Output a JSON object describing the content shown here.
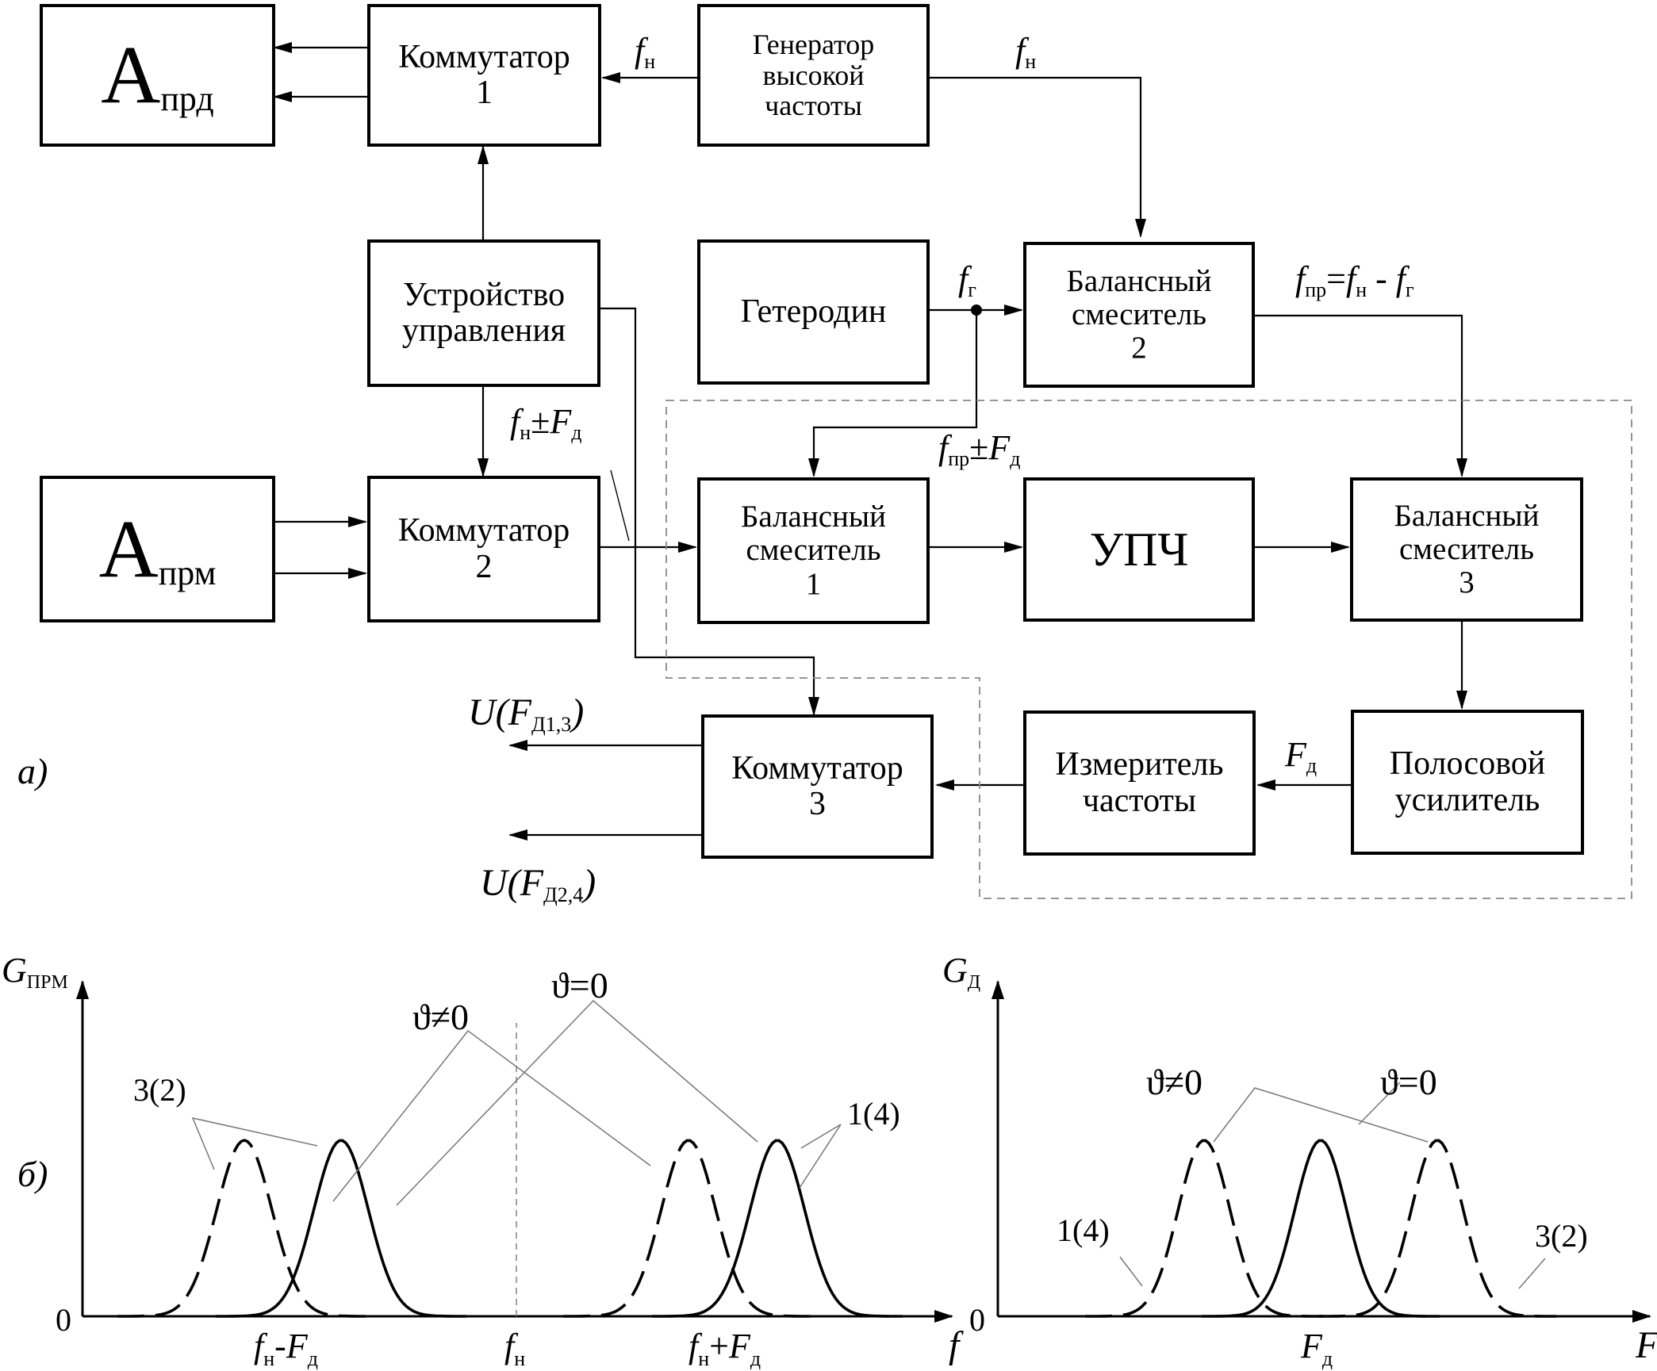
{
  "blocks": {
    "a_prd": {
      "main": "A",
      "sub": "прд"
    },
    "a_prm": {
      "main": "A",
      "sub": "прм"
    },
    "kommutator1": [
      "Коммутатор",
      "1"
    ],
    "generator": [
      "Генератор",
      "высокой",
      "частоты"
    ],
    "ustroystvo": [
      "Устройство",
      "управления"
    ],
    "geterodin": [
      "Гетеродин"
    ],
    "bal_smes2": [
      "Балансный",
      "смеситель",
      "2"
    ],
    "kommutator2": [
      "Коммутатор",
      "2"
    ],
    "bal_smes1": [
      "Балансный",
      "смеситель",
      "1"
    ],
    "upch": [
      "УПЧ"
    ],
    "bal_smes3": [
      "Балансный",
      "смеситель",
      "3"
    ],
    "kommutator3": [
      "Коммутатор",
      "3"
    ],
    "izmeritel": [
      "Измеритель",
      "частоты"
    ],
    "polosovoy": [
      "Полосовой",
      "усилитель"
    ]
  },
  "signals": {
    "fn": {
      "v": "f",
      "s": "н"
    },
    "fg": {
      "v": "f",
      "s": "г"
    },
    "fpr_eq": {
      "v1": "f",
      "s1": "пр",
      "eq": "=",
      "v2": "f",
      "s2": "н",
      "minus": "-",
      "v3": "f",
      "s3": "г"
    },
    "fn_pm_fd": {
      "v1": "f",
      "s1": "н",
      "pm": "±",
      "v2": "F",
      "s2": "д"
    },
    "fpr_pm_fd": {
      "v1": "f",
      "s1": "пр",
      "pm": "±",
      "v2": "F",
      "s2": "д"
    },
    "fd": {
      "v": "F",
      "s": "д"
    },
    "u1": {
      "pre": "U(",
      "v": "F",
      "s": "Д1,3",
      "post": ")"
    },
    "u2": {
      "pre": "U(",
      "v": "F",
      "s": "Д2,4",
      "post": ")"
    }
  },
  "captions": {
    "a": "а)",
    "b": "б)"
  },
  "left_plot": {
    "ylabel": "G",
    "ylabel_sub": "ПРМ",
    "xlabel": "f",
    "origin": "0",
    "tick_left": {
      "v1": "f",
      "s1": "н",
      "op": "-",
      "v2": "F",
      "s2": "д"
    },
    "tick_mid": {
      "v": "f",
      "s": "н"
    },
    "tick_right": {
      "v1": "f",
      "s1": "н",
      "op": "+",
      "v2": "F",
      "s2": "д"
    },
    "label_theta_ne": "ϑ≠0",
    "label_theta_eq": "ϑ=0",
    "label_32": "3(2)",
    "label_14": "1(4)"
  },
  "right_plot": {
    "ylabel": "G",
    "ylabel_sub": "Д",
    "xlabel": "F",
    "origin": "0",
    "tick": {
      "v": "F",
      "s": "д"
    },
    "label_theta_ne": "ϑ≠0",
    "label_theta_eq": "ϑ=0",
    "label_14": "1(4)",
    "label_32": "3(2)"
  }
}
